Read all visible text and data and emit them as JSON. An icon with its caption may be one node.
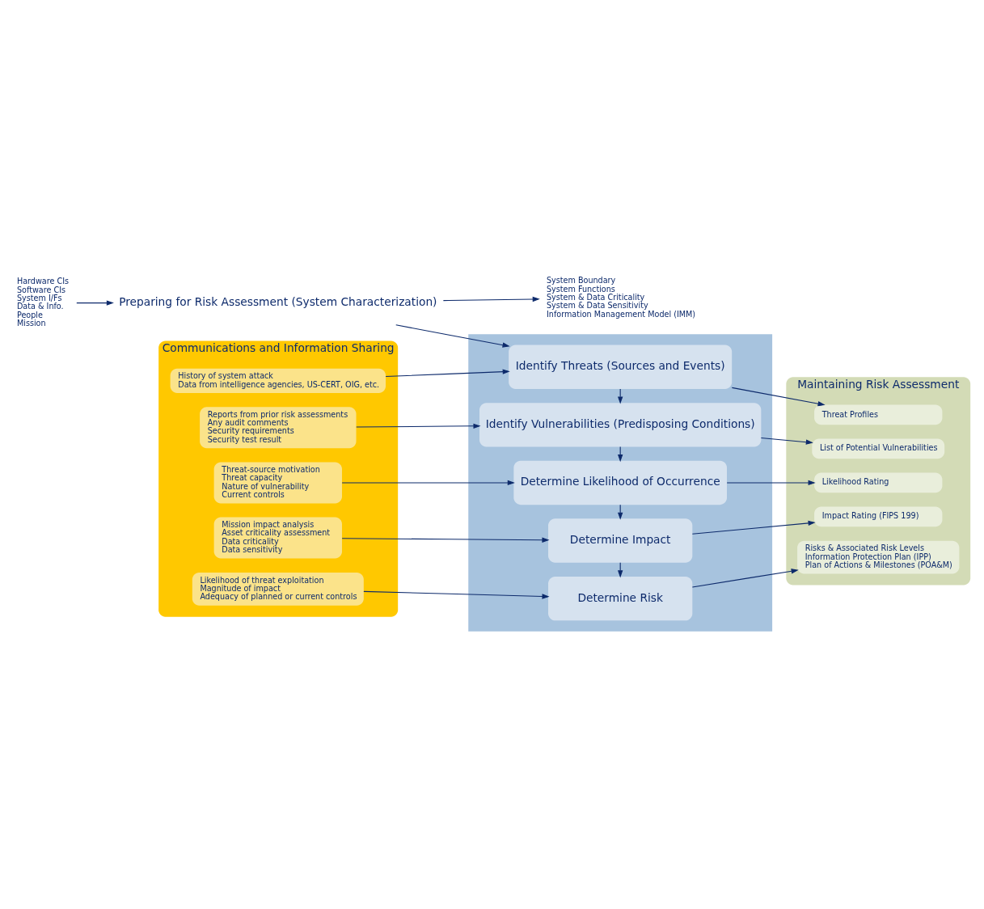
{
  "diagram": {
    "nodes": [
      {
        "text": [
          "Hardware CIs",
          "Software CIs",
          "System I/Fs",
          "Data & Info.",
          "People",
          "Mission"
        ]
      },
      {
        "text": [
          "Preparing for Risk Assessment (System Characterization)"
        ]
      },
      {
        "text": [
          "System Boundary",
          "System Functions",
          "System & Data Criticality",
          "System & Data Sensitivity",
          "Information Management Model (IMM)"
        ]
      },
      {
        "text": [
          "Communications and Information Sharing"
        ]
      },
      {
        "text": [
          "History of system attack",
          "Data from intelligence agencies, US-CERT, OIG, etc."
        ],
        "in": 3
      },
      {
        "text": [
          "Reports from prior risk assessments",
          "Any audit comments",
          "Security requirements",
          "Security test result"
        ],
        "in": 3
      },
      {
        "text": [
          "Threat-source motivation",
          "Threat capacity",
          "Nature of vulnerability",
          "Current controls"
        ],
        "in": 3
      },
      {
        "text": [
          "Mission impact analysis",
          "Asset criticality assessment",
          "Data criticality",
          "Data sensitivity"
        ],
        "in": 3
      },
      {
        "text": [
          "Likelihood of threat exploitation",
          "Magnitude of impact",
          "Adequacy of planned or current controls"
        ],
        "in": 3
      },
      {
        "text": [],
        "shape": "box"
      },
      {
        "text": [
          "Identify Threats (Sources and Events)"
        ],
        "in": 9
      },
      {
        "text": [
          "Identify Vulnerabilities (Predisposing Conditions)"
        ],
        "in": 9
      },
      {
        "text": [
          "Determine Likelihood of Occurrence"
        ],
        "in": 9
      },
      {
        "text": [
          "Determine Impact"
        ],
        "in": 9
      },
      {
        "text": [
          "Determine Risk"
        ],
        "in": 9
      },
      {
        "text": [
          "Maintaining Risk Assessment"
        ]
      },
      {
        "text": [
          "Threat Profiles"
        ],
        "in": 15
      },
      {
        "text": [
          "List of Potential Vulnerabilities"
        ],
        "in": 15
      },
      {
        "text": [
          "Likelihood Rating"
        ],
        "in": 15
      },
      {
        "text": [
          "Impact Rating (FIPS 199)"
        ],
        "in": 15
      },
      {
        "text": [
          "Risks & Associated Risk Levels",
          "Information Protection Plan (IPP)",
          "Plan of Actions & Milestones (POA&M)"
        ],
        "in": 15
      }
    ],
    "edges": [
      {
        "from": 0,
        "to": 1,
        "arrow": "to"
      },
      {
        "from": 1,
        "to": 2,
        "arrow": "to"
      },
      {
        "from": 1,
        "to": 10,
        "arrow": "to"
      },
      {
        "from": 4,
        "to": 10,
        "arrow": "to"
      },
      {
        "from": 10,
        "to": 16,
        "arrow": "to"
      },
      {
        "from": 10,
        "to": 11,
        "arrow": "to"
      },
      {
        "from": 5,
        "to": 11,
        "arrow": "to"
      },
      {
        "from": 11,
        "to": 17,
        "arrow": "to"
      },
      {
        "from": 11,
        "to": 12,
        "arrow": "to"
      },
      {
        "from": 6,
        "to": 12,
        "arrow": "to"
      },
      {
        "from": 12,
        "to": 18,
        "arrow": "to"
      },
      {
        "from": 12,
        "to": 13,
        "arrow": "to"
      },
      {
        "from": 7,
        "to": 13,
        "arrow": "to"
      },
      {
        "from": 13,
        "to": 19,
        "arrow": "to"
      },
      {
        "from": 13,
        "to": 14,
        "arrow": "to"
      },
      {
        "from": 8,
        "to": 14,
        "arrow": "to"
      },
      {
        "from": 14,
        "to": 20,
        "arrow": "to"
      }
    ]
  }
}
